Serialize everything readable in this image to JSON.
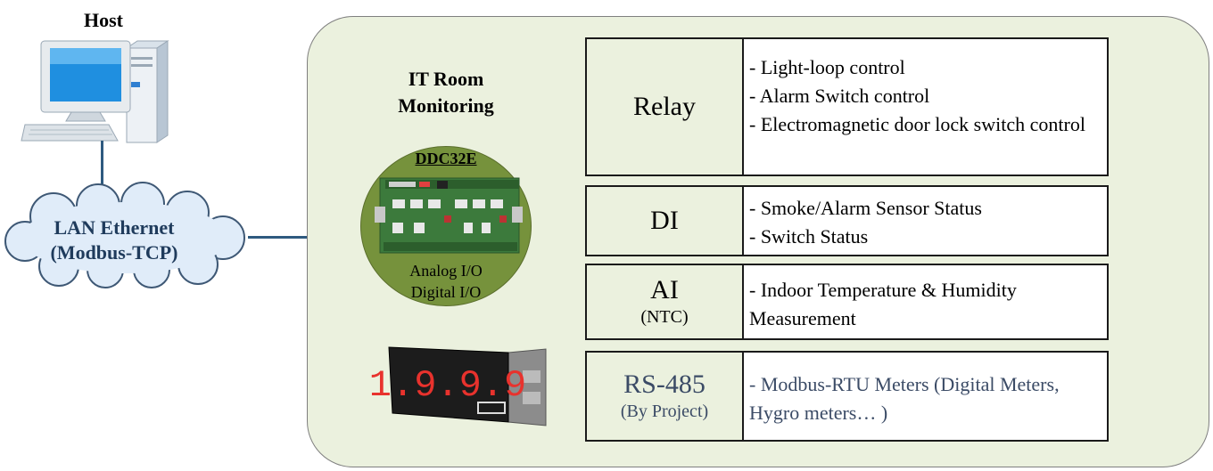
{
  "host": {
    "label": "Host"
  },
  "network": {
    "line1": "LAN Ethernet",
    "line2": "(Modbus-TCP)"
  },
  "room": {
    "title_line1": "IT Room",
    "title_line2": "Monitoring",
    "controller": {
      "name": "DDC32E",
      "io_line1": "Analog I/O",
      "io_line2": "Digital I/O"
    },
    "display_reading": "1.9.9.9"
  },
  "rows": [
    {
      "category": "Relay",
      "sub": "",
      "items": [
        "- Light-loop control",
        "- Alarm Switch control",
        "- Electromagnetic door lock switch control"
      ]
    },
    {
      "category": "DI",
      "sub": "",
      "items": [
        "- Smoke/Alarm Sensor Status",
        "- Switch Status"
      ]
    },
    {
      "category": "AI",
      "sub": "(NTC)",
      "items": [
        "- Indoor Temperature & Humidity Measurement"
      ]
    },
    {
      "category": "RS-485",
      "sub": "(By Project)",
      "items": [
        "- Modbus-RTU Meters (Digital Meters, Hygro meters… )"
      ]
    }
  ],
  "colors": {
    "panel": "#ebf1de",
    "controller": "#76923c",
    "wire": "#2e5a7f",
    "rs485_text": "#3b4b66"
  }
}
